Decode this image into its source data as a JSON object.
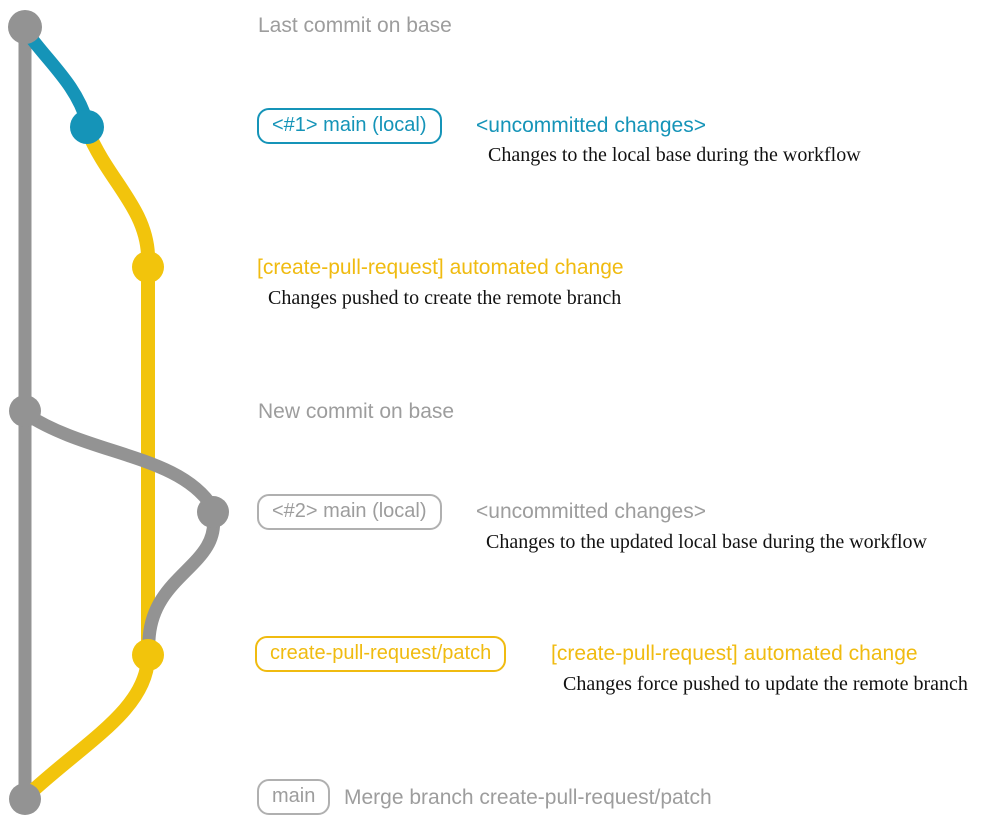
{
  "colors": {
    "teal": "#1594b8",
    "yellow": "#f2c40c",
    "yellow_text": "#f0bb10",
    "gray_line": "#939393",
    "gray_text": "#9d9d9d",
    "gray_border": "#b0b0b0",
    "text_dark": "#121212",
    "background": "#ffffff"
  },
  "graph": {
    "commit_dots": [
      {
        "id": "base-tip",
        "color": "gray"
      },
      {
        "id": "uncommitted-1",
        "color": "teal"
      },
      {
        "id": "patch-1",
        "color": "yellow"
      },
      {
        "id": "new-base",
        "color": "gray"
      },
      {
        "id": "uncommitted-2",
        "color": "gray"
      },
      {
        "id": "patch-2",
        "color": "yellow"
      },
      {
        "id": "merge",
        "color": "gray"
      }
    ]
  },
  "annotations": {
    "last_commit": "Last commit on base",
    "new_commit": "New commit on base"
  },
  "row_local1": {
    "badge": "<#1> main (local)",
    "headline": "<uncommitted changes>",
    "description": "Changes to the local base during the workflow"
  },
  "row_push1": {
    "headline": "[create-pull-request] automated change",
    "description": "Changes pushed to create the remote branch"
  },
  "row_local2": {
    "badge": "<#2> main (local)",
    "headline": "<uncommitted changes>",
    "description": "Changes to the updated local base during the workflow"
  },
  "row_push2": {
    "badge": "create-pull-request/patch",
    "headline": "[create-pull-request] automated change",
    "description": "Changes force pushed to update the remote branch"
  },
  "row_merge": {
    "badge": "main",
    "text": "Merge branch create-pull-request/patch"
  }
}
